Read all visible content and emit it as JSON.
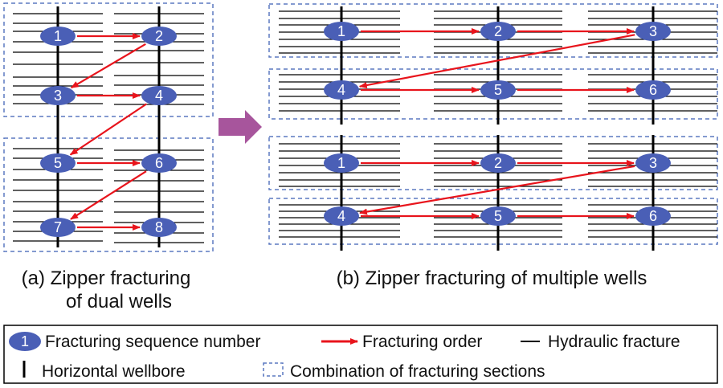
{
  "colors": {
    "fracture_line": "#000000",
    "wellbore": "#000000",
    "node_fill": "#4a5fb6",
    "node_text": "#ffffff",
    "arrow": "#e8141c",
    "box_border": "#5b78c0",
    "big_arrow": "#a7559c"
  },
  "panel_a": {
    "caption_line1": "(a) Zipper fracturing",
    "caption_line2": "of dual wells",
    "nodes": [
      {
        "label": "1",
        "well": 0,
        "stage": 0
      },
      {
        "label": "2",
        "well": 1,
        "stage": 0
      },
      {
        "label": "3",
        "well": 0,
        "stage": 1
      },
      {
        "label": "4",
        "well": 1,
        "stage": 1
      },
      {
        "label": "5",
        "well": 0,
        "stage": 2
      },
      {
        "label": "6",
        "well": 1,
        "stage": 2
      },
      {
        "label": "7",
        "well": 0,
        "stage": 3
      },
      {
        "label": "8",
        "well": 1,
        "stage": 3
      }
    ],
    "order": [
      "1",
      "2",
      "3",
      "4",
      "5",
      "6",
      "7",
      "8"
    ]
  },
  "panel_b": {
    "caption": "(b) Zipper fracturing of multiple wells",
    "groups": [
      {
        "nodes": [
          {
            "label": "1",
            "well": 0,
            "stage": 0
          },
          {
            "label": "2",
            "well": 1,
            "stage": 0
          },
          {
            "label": "3",
            "well": 2,
            "stage": 0
          },
          {
            "label": "4",
            "well": 0,
            "stage": 1
          },
          {
            "label": "5",
            "well": 1,
            "stage": 1
          },
          {
            "label": "6",
            "well": 2,
            "stage": 1
          }
        ],
        "order": [
          "1",
          "2",
          "3",
          "4",
          "5",
          "6"
        ]
      },
      {
        "nodes": [
          {
            "label": "1",
            "well": 0,
            "stage": 0
          },
          {
            "label": "2",
            "well": 1,
            "stage": 0
          },
          {
            "label": "3",
            "well": 2,
            "stage": 0
          },
          {
            "label": "4",
            "well": 0,
            "stage": 1
          },
          {
            "label": "5",
            "well": 1,
            "stage": 1
          },
          {
            "label": "6",
            "well": 2,
            "stage": 1
          }
        ],
        "order": [
          "1",
          "2",
          "3",
          "4",
          "5",
          "6"
        ]
      }
    ]
  },
  "legend": {
    "sequence_icon_label": "1",
    "sequence": "Fracturing sequence number",
    "order": "Fracturing order",
    "fracture": "Hydraulic fracture",
    "wellbore": "Horizontal wellbore",
    "combination": "Combination of fracturing sections"
  }
}
